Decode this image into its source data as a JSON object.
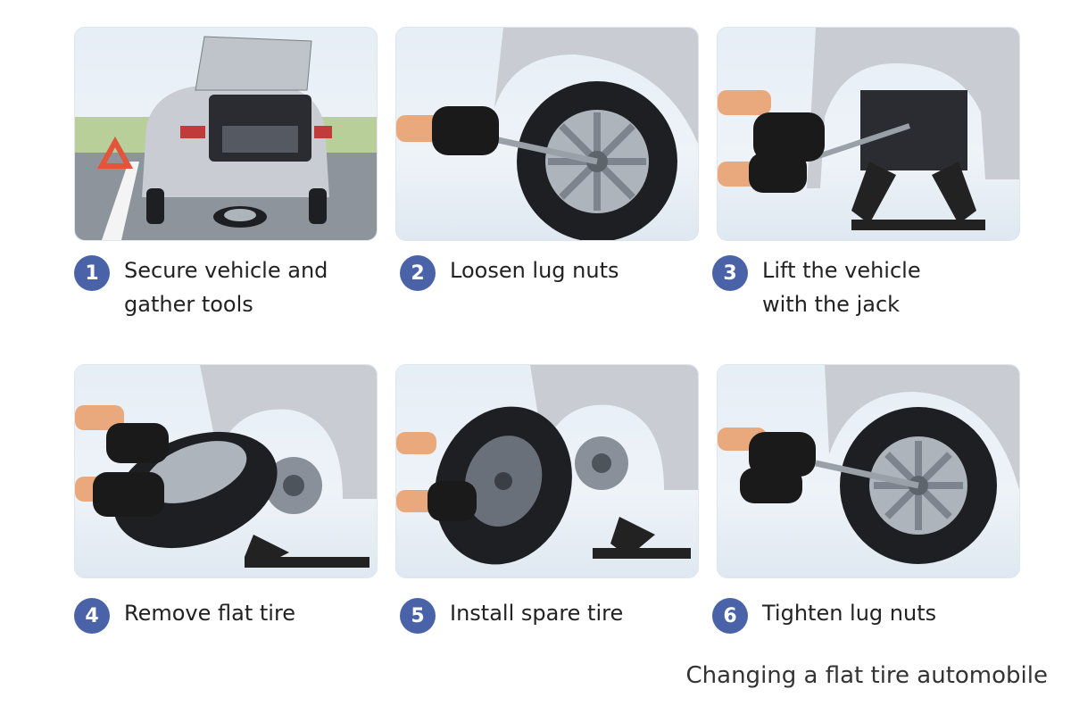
{
  "steps": [
    {
      "number": "1",
      "label": "Secure vehicle and\ngather tools"
    },
    {
      "number": "2",
      "label": "Loosen lug nuts"
    },
    {
      "number": "3",
      "label": "Lift the vehicle\nwith the jack"
    },
    {
      "number": "4",
      "label": "Remove flat tire"
    },
    {
      "number": "5",
      "label": "Install spare tire"
    },
    {
      "number": "6",
      "label": "Tighten lug nuts"
    }
  ],
  "caption": "Changing a flat tire automobile",
  "colors": {
    "badge": "#4a63a8",
    "car_body": "#c9cdd3",
    "tire": "#1e1f22",
    "rim": "#aeb4bc",
    "glove": "#1a1a1a",
    "skin": "#e9a97d",
    "warning": "#e2553a"
  }
}
